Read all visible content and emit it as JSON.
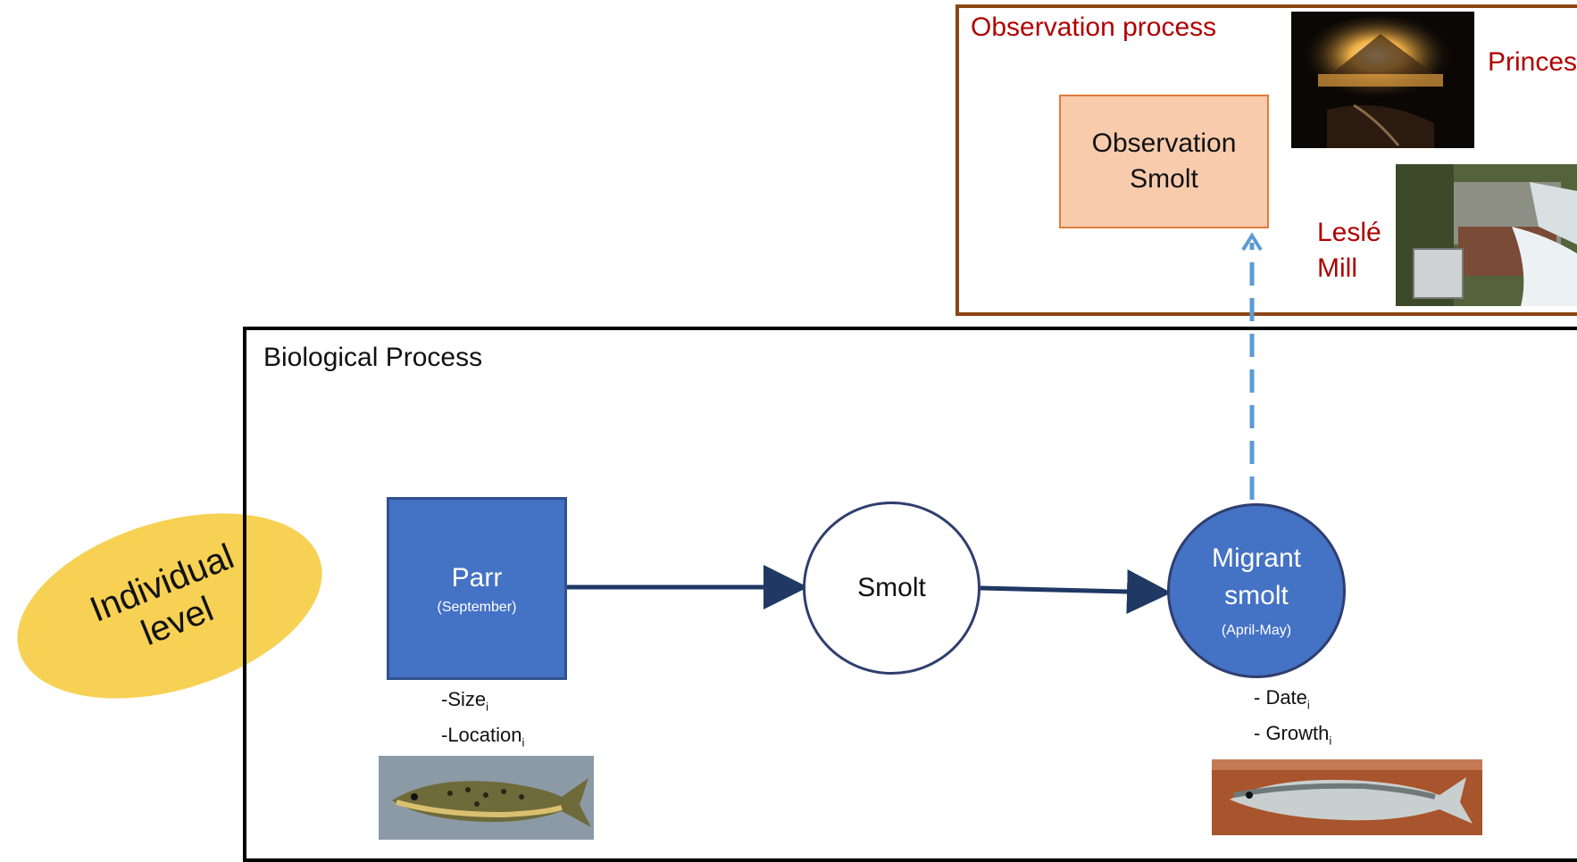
{
  "observation": {
    "title": "Observation process",
    "box_line1": "Observation",
    "box_line2": "Smolt",
    "mill1": "Princess Mill",
    "mill2_line1": "Leslé",
    "mill2_line2": "Mill"
  },
  "biological": {
    "title": "Biological Process",
    "parr": {
      "label": "Parr",
      "period": "(September)",
      "attr1": "-Size",
      "attr2": "-Location",
      "sub": "i"
    },
    "smolt": {
      "label": "Smolt"
    },
    "migrant": {
      "line1": "Migrant",
      "line2": "smolt",
      "period": "(April-May)",
      "attr1": "- Date",
      "attr2": "- Growth",
      "sub": "i"
    }
  },
  "individual": {
    "line1": "Individual",
    "line2": "level"
  },
  "colors": {
    "observation_frame": "#8b4513",
    "observation_text": "#b00000",
    "observation_box": "#f8cbad",
    "node_blue": "#4472c4",
    "arrow_navy": "#203864",
    "dashed_arrow": "#5b9bd5",
    "ellipse": "#f7d154"
  }
}
